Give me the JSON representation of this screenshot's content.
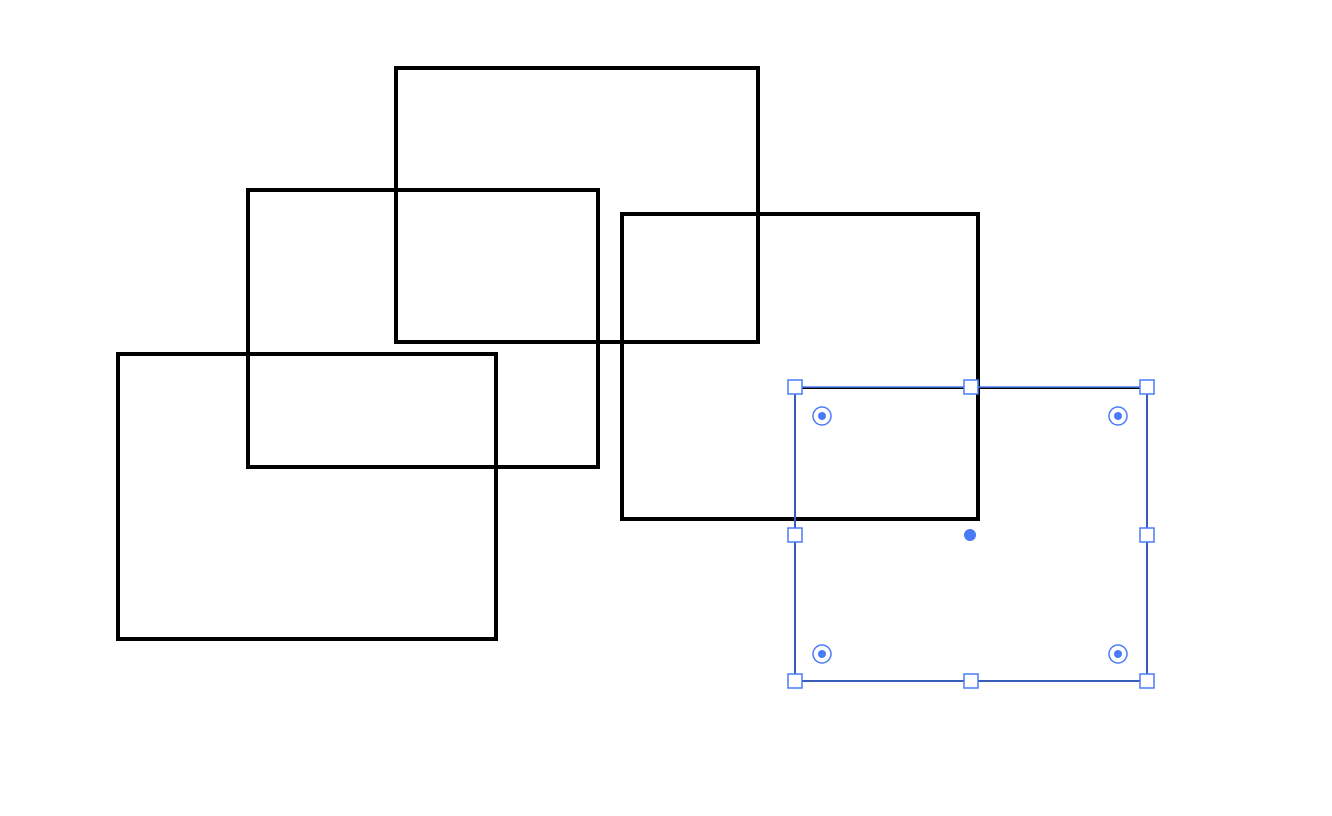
{
  "canvas": {
    "background": "#ffffff",
    "shape_stroke_color": "#000000",
    "selection_color": "#4a7bf7",
    "handle_fill": "#ffffff"
  },
  "shapes": [
    {
      "name": "rectangle-top-center",
      "type": "rectangle",
      "selected": false
    },
    {
      "name": "rectangle-middle-left",
      "type": "rectangle",
      "selected": false
    },
    {
      "name": "rectangle-bottom-left",
      "type": "rectangle",
      "selected": false
    },
    {
      "name": "rectangle-right",
      "type": "rectangle",
      "selected": false
    },
    {
      "name": "rectangle-selected",
      "type": "rectangle",
      "selected": true
    }
  ],
  "selection": {
    "resize_handle_count": 8,
    "corner_radius_widget_count": 4,
    "has_center_point": true
  }
}
